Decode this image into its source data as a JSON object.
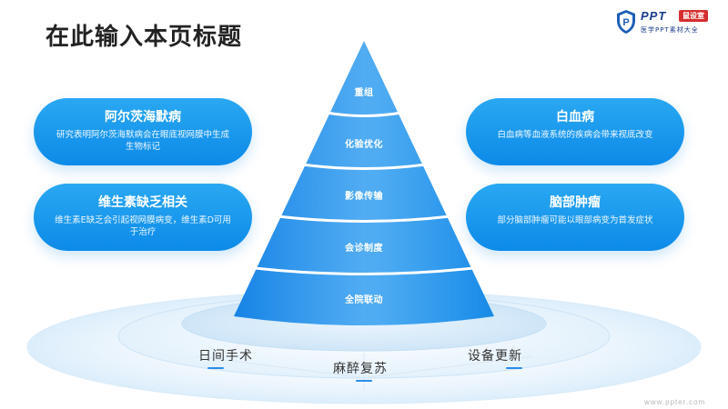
{
  "slide": {
    "title": "在此输入本页标题",
    "watermark": "www.ppter.com"
  },
  "logo": {
    "brand": "PPT",
    "tag": "鼠设室",
    "subtitle": "医学PPT素材大全"
  },
  "pyramid": {
    "levels": [
      "重组",
      "化验优化",
      "影像传输",
      "会诊制度",
      "全院联动"
    ]
  },
  "cards": {
    "left": [
      {
        "title": "阿尔茨海默病",
        "text": "研究表明阿尔茨海默病会在眼底视网膜中生成生物标记"
      },
      {
        "title": "维生素缺乏相关",
        "text": "维生素E缺乏会引起视网膜病变，维生素D可用于治疗"
      }
    ],
    "right": [
      {
        "title": "白血病",
        "text": "白血病等血液系统的疾病会带来视底改变"
      },
      {
        "title": "脑部肿瘤",
        "text": "部分脑部肿瘤可能以眼部病变为首发症状"
      }
    ]
  },
  "bottom": {
    "labels": [
      "日间手术",
      "麻醉复苏",
      "设备更新"
    ]
  },
  "colors": {
    "accent": "#0c8ae8",
    "accent_light": "#2aa8f2",
    "title": "#222222"
  }
}
